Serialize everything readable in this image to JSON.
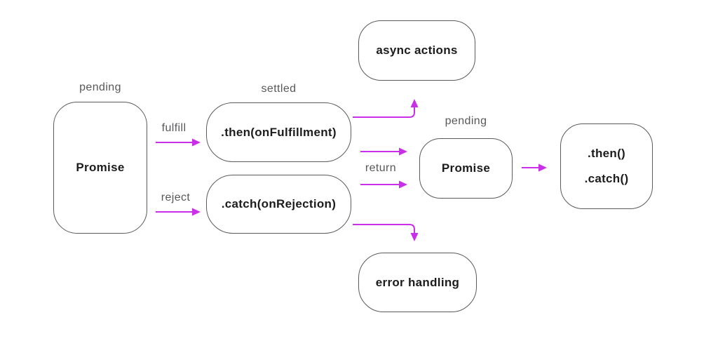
{
  "diagram": {
    "name": "javascript-promise-flow",
    "nodes": {
      "promise1": {
        "label": "Promise",
        "state_label": "pending"
      },
      "then": {
        "label": ".then(onFulfillment)",
        "state_label": "settled"
      },
      "catch": {
        "label": ".catch(onRejection)"
      },
      "async_actions": {
        "label": "async actions"
      },
      "promise2": {
        "label": "Promise",
        "state_label": "pending"
      },
      "chained": {
        "line1": ".then()",
        "line2": ".catch()"
      },
      "error_handling": {
        "label": "error handling"
      }
    },
    "edges": {
      "fulfill_label": "fulfill",
      "reject_label": "reject",
      "return_label": "return"
    },
    "colors": {
      "arrow": "#C92FE8",
      "border": "#5a5a5a",
      "label": "#58585a",
      "text": "#1c1c1c",
      "background": "#ffffff"
    }
  }
}
